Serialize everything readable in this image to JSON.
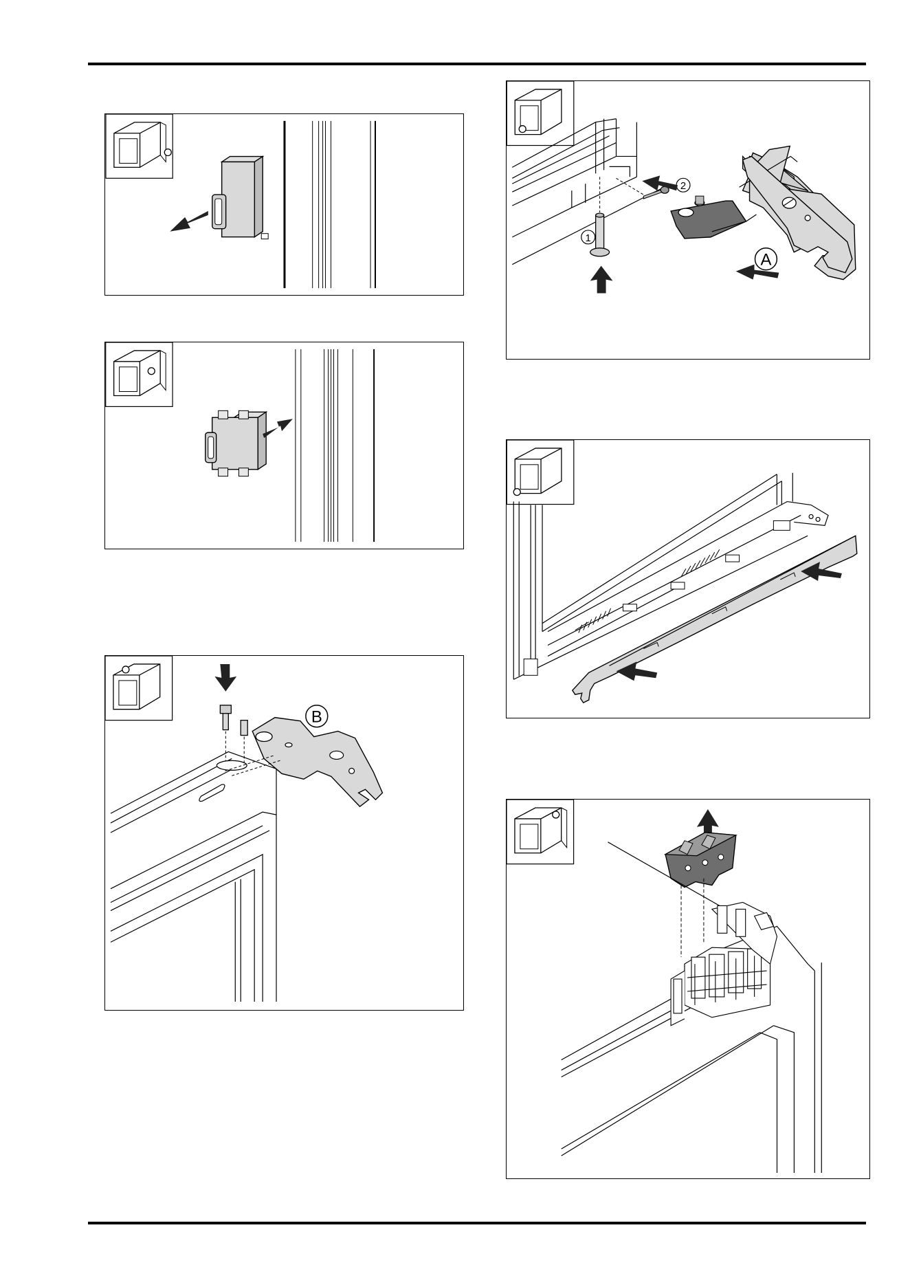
{
  "page": {
    "colors": {
      "ink": "#000000",
      "part_fill": "#d9d9d9",
      "dark_part": "#6e6e6e",
      "paper": "#ffffff"
    }
  },
  "figures": {
    "fig_a": {
      "icon": "cabinet-corner-icon",
      "arrow": "arrow-left-icon"
    },
    "fig_b": {
      "icon": "cabinet-corner-icon",
      "arrow": "arrow-right-icon"
    },
    "fig_c": {
      "icon": "cabinet-corner-icon",
      "callout_B": "B"
    },
    "fig_d": {
      "icon": "cabinet-corner-icon",
      "callout_A": "A",
      "callout_1": "1",
      "callout_2": "2"
    },
    "fig_e": {
      "icon": "cabinet-corner-icon",
      "arrow": "arrow-icon"
    },
    "fig_f": {
      "icon": "cabinet-corner-icon",
      "arrow": "arrow-up-icon"
    }
  }
}
